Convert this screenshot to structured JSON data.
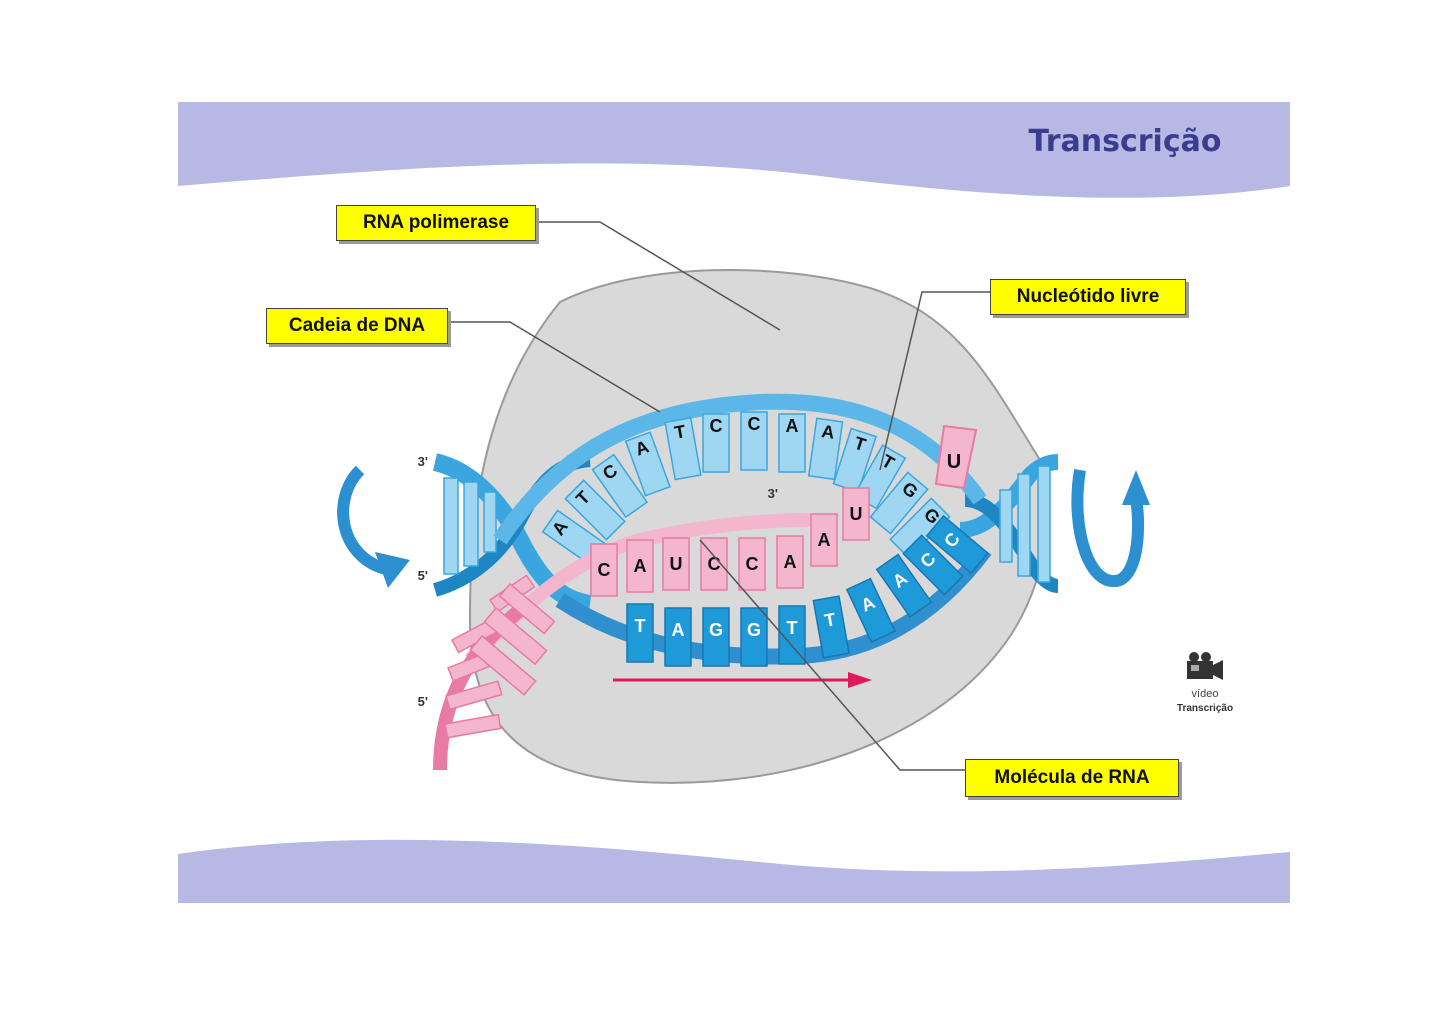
{
  "title": "Transcrição",
  "colors": {
    "band": "#b7b9e4",
    "title": "#3a3d8f",
    "callout": "#ffff00",
    "polymerase": "#d9d9d9",
    "dna_light": "#9fd6f2",
    "dna_dark": "#1f9ad8",
    "rna": "#f3b6cc",
    "arrow": "#e0185c"
  },
  "labels": {
    "rna_polimerase": "RNA polimerase",
    "cadeia_dna": "Cadeia de DNA",
    "nucleotido_livre": "Nucleótido livre",
    "molecula_rna": "Molécula de RNA"
  },
  "ends": {
    "left_top": "3'",
    "left_bottom": "5'",
    "rna_inner": "3'",
    "rna_tail": "5'"
  },
  "sequences": {
    "dna_top": [
      "A",
      "T",
      "C",
      "A",
      "T",
      "C",
      "C",
      "A",
      "A",
      "T",
      "T",
      "G",
      "G"
    ],
    "rna": [
      "C",
      "A",
      "U",
      "C",
      "C",
      "A",
      "A",
      "U"
    ],
    "free_nucleotide": "U",
    "dna_bottom": [
      "T",
      "A",
      "G",
      "G",
      "T",
      "T",
      "A",
      "A",
      "C",
      "C"
    ]
  },
  "video": {
    "icon": "video-camera-icon",
    "label": "vídeo",
    "name": "Transcrição"
  }
}
